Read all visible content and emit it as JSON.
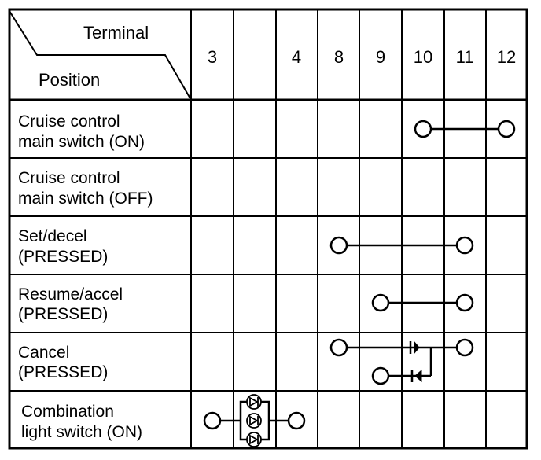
{
  "header": {
    "terminal_label": "Terminal",
    "position_label": "Position",
    "columns": [
      "3",
      "",
      "4",
      "8",
      "9",
      "10",
      "11",
      "12"
    ]
  },
  "rows": [
    {
      "lines": [
        "Cruise control",
        "main switch (ON)"
      ]
    },
    {
      "lines": [
        "Cruise control",
        "main switch (OFF)"
      ]
    },
    {
      "lines": [
        "Set/decel",
        "(PRESSED)"
      ]
    },
    {
      "lines": [
        "Resume/accel",
        "(PRESSED)"
      ]
    },
    {
      "lines": [
        "Cancel",
        "(PRESSED)"
      ]
    },
    {
      "lines": [
        "Combination",
        "light switch (ON)"
      ]
    }
  ],
  "colors": {
    "ink": "#000000",
    "background": "#ffffff"
  }
}
